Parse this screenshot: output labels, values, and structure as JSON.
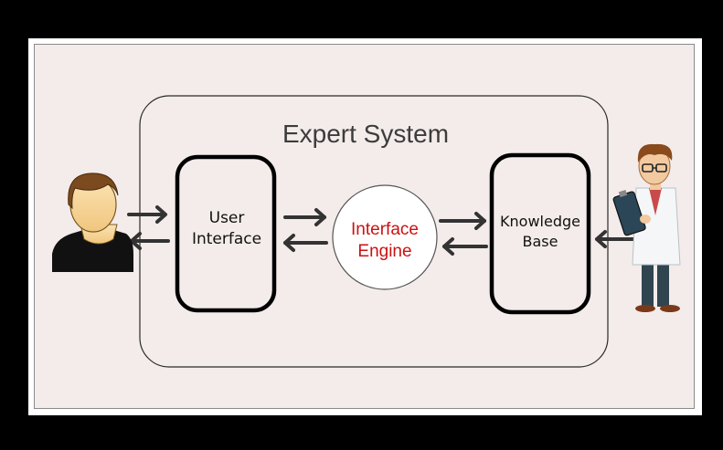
{
  "diagram": {
    "title": "Expert System",
    "user_interface": {
      "line1": "User",
      "line2": "Interface"
    },
    "inference_engine": {
      "line1": "Interface",
      "line2": "Engine"
    },
    "knowledge_base": {
      "line1": "Knowledge",
      "line2": "Base"
    },
    "user_icon": "user-person-icon",
    "expert_icon": "doctor-expert-icon"
  },
  "colors": {
    "background": "#000000",
    "canvas": "#f4ecea",
    "engine_text": "#cc1111",
    "arrow": "#333333"
  }
}
